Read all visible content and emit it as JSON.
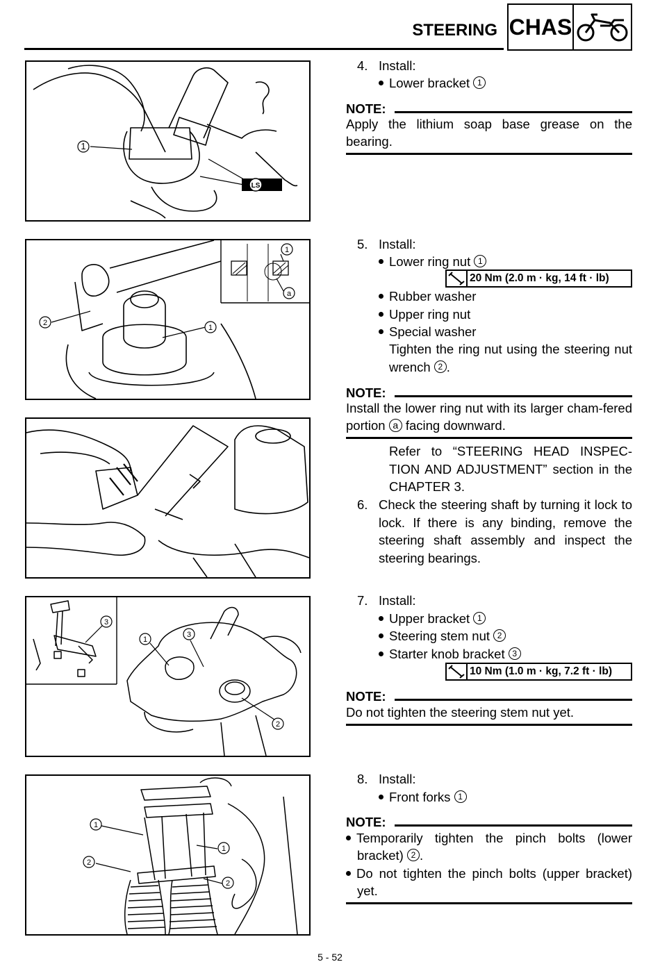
{
  "header": {
    "section": "STEERING",
    "badge": "CHAS",
    "icon": "motorcycle-icon"
  },
  "page_number": "5 - 52",
  "figure_labels": {
    "c1": "1",
    "c2": "2",
    "c3": "3",
    "ca": "a",
    "ls": "LS"
  },
  "step4": {
    "num": "4.",
    "title": "Install:",
    "items": [
      {
        "text": "Lower bracket",
        "ref": "1"
      }
    ],
    "note_label": "NOTE:",
    "note_text": "Apply the lithium soap base grease on the bearing."
  },
  "step5": {
    "num": "5.",
    "title": "Install:",
    "items": [
      {
        "text": "Lower ring nut",
        "ref": "1"
      },
      {
        "text": "Rubber washer"
      },
      {
        "text": "Upper ring nut"
      },
      {
        "text": "Special washer"
      }
    ],
    "torque": "20 Nm (2.0 m · kg, 14 ft · lb)",
    "tighten_text": "Tighten the ring nut using the steering nut wrench",
    "tighten_ref": "2",
    "note_label": "NOTE:",
    "note_text": "Install the lower ring nut with its larger cham-fered portion",
    "note_ref": "a",
    "note_text_end": "facing downward.",
    "refer_text": "Refer to “STEERING HEAD INSPEC-TION AND ADJUSTMENT” section in the CHAPTER 3."
  },
  "step6": {
    "num": "6.",
    "text": "Check the steering shaft by turning it lock to lock. If there is any binding, remove the steering shaft assembly and inspect the steering bearings."
  },
  "step7": {
    "num": "7.",
    "title": "Install:",
    "items": [
      {
        "text": "Upper bracket",
        "ref": "1"
      },
      {
        "text": "Steering stem nut",
        "ref": "2"
      },
      {
        "text": "Starter knob bracket",
        "ref": "3"
      }
    ],
    "torque": "10 Nm (1.0 m · kg, 7.2 ft · lb)",
    "note_label": "NOTE:",
    "note_text": "Do not tighten the steering stem nut yet."
  },
  "step8": {
    "num": "8.",
    "title": "Install:",
    "items": [
      {
        "text": "Front forks",
        "ref": "1"
      }
    ],
    "note_label": "NOTE:",
    "note_items": [
      {
        "text": "Temporarily tighten the pinch bolts (lower bracket)",
        "ref": "2",
        "end": "."
      },
      {
        "text": "Do not tighten the pinch bolts (upper bracket) yet."
      }
    ]
  }
}
